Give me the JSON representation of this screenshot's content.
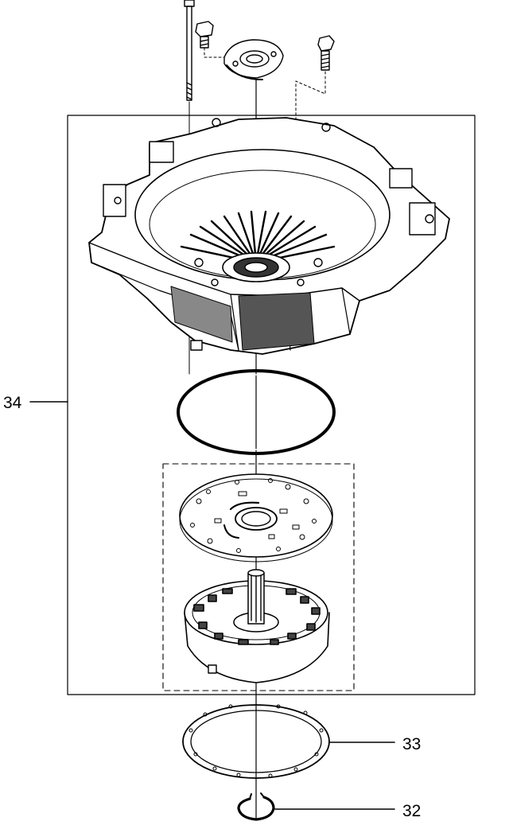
{
  "callouts": [
    {
      "id": "34",
      "label": "34"
    },
    {
      "id": "33",
      "label": "33"
    },
    {
      "id": "32",
      "label": "32"
    }
  ],
  "parts": [
    "long-bolt",
    "short-bolt",
    "seal-retainer",
    "side-bolt",
    "bell-housing",
    "o-ring",
    "pump-cover-plate",
    "pump-body",
    "pump-gasket",
    "snap-ring"
  ],
  "colors": {
    "ink": "#000000",
    "paper": "#ffffff",
    "shade": "#555555"
  }
}
